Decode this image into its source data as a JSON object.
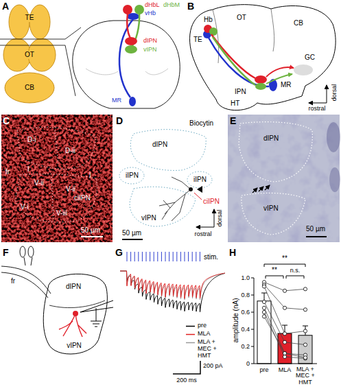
{
  "diagram": {
    "labels": [
      "A",
      "TE",
      "OT",
      "CB",
      "dHbL",
      "vHb",
      "dHbM",
      "dIPN",
      "vIPN",
      "MR",
      "B",
      "Hb",
      "OT",
      "CB",
      "TE",
      "GC",
      "IPN",
      "MR",
      "HT",
      "dorsal",
      "rostral",
      "C",
      "D-i",
      "D-ii",
      "fr",
      "I",
      "I",
      "V-ii",
      "V-ii",
      "ciIPN",
      "V-i",
      "V-iii",
      "50 µm",
      "D",
      "Biocytin",
      "dIPN",
      "iIPN",
      "iIPN",
      "ciIPN",
      "vIPN",
      "50 µm",
      "dorsal",
      "rostral",
      "E",
      "dIPN",
      "vIPN",
      "50 µm",
      "F",
      "fr",
      "dIPN",
      "vIPN",
      "G",
      "stim.",
      "200 pA",
      "200 ms",
      "H",
      "**",
      "**",
      "n.s.",
      "1.0",
      "0.8",
      "0.6",
      "0.4",
      "0.2",
      "0",
      "amplitude (nA)",
      "pre",
      "MLA",
      "MLA + MEC + HMT"
    ],
    "legend": [
      {
        "text": "pre"
      },
      {
        "text": "MLA"
      },
      {
        "text": "MLA + MEC + HMT"
      }
    ]
  }
}
